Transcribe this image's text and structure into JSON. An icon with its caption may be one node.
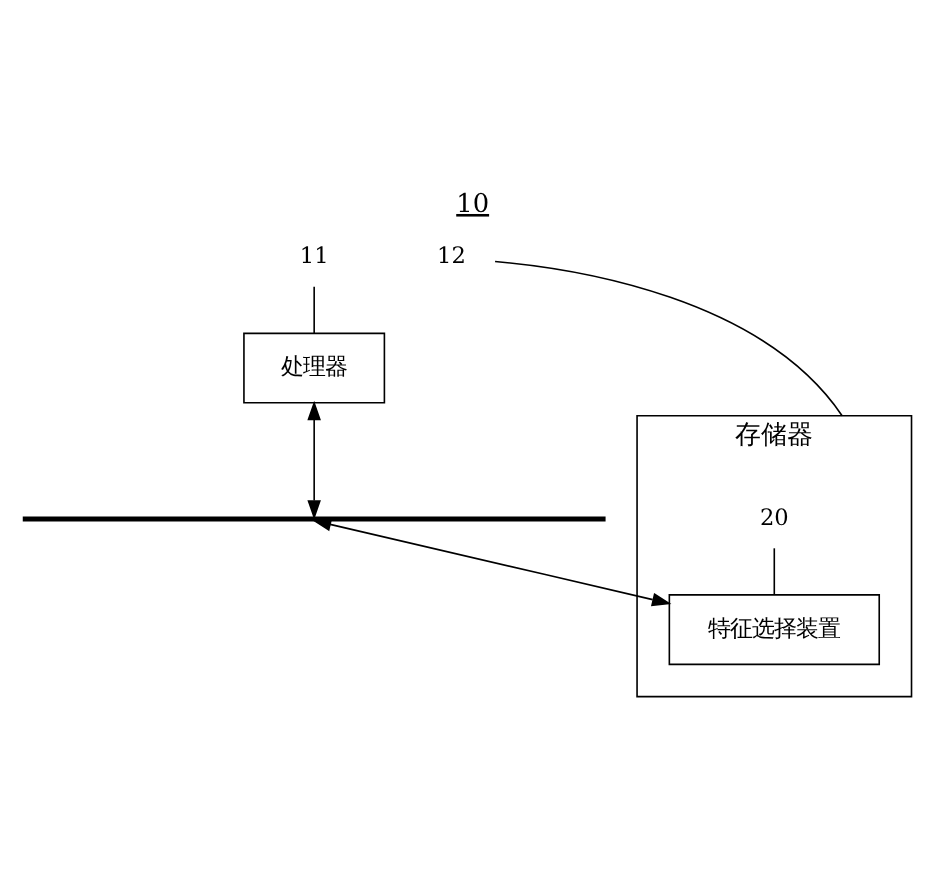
{
  "diagram": {
    "title": "10",
    "nodes": [
      {
        "text": [
          "11"
        ]
      },
      {
        "text": [
          "处理器"
        ]
      },
      {
        "text": [],
        "shape": "bar"
      },
      {
        "text": [
          "存储器"
        ]
      },
      {
        "text": [
          "特征选择装置"
        ],
        "in": 3
      },
      {
        "text": [
          "20"
        ],
        "in": 3
      },
      {
        "text": [
          "12"
        ]
      }
    ],
    "edges": [
      {
        "from": 0,
        "to": 1,
        "arrow": "none"
      },
      {
        "from": 1,
        "to": 2,
        "arrow": "both"
      },
      {
        "from": 2,
        "to": 4,
        "arrow": "both"
      },
      {
        "from": 5,
        "to": 4,
        "arrow": "none"
      },
      {
        "from": 6,
        "to": 3,
        "arrow": "none"
      }
    ]
  }
}
